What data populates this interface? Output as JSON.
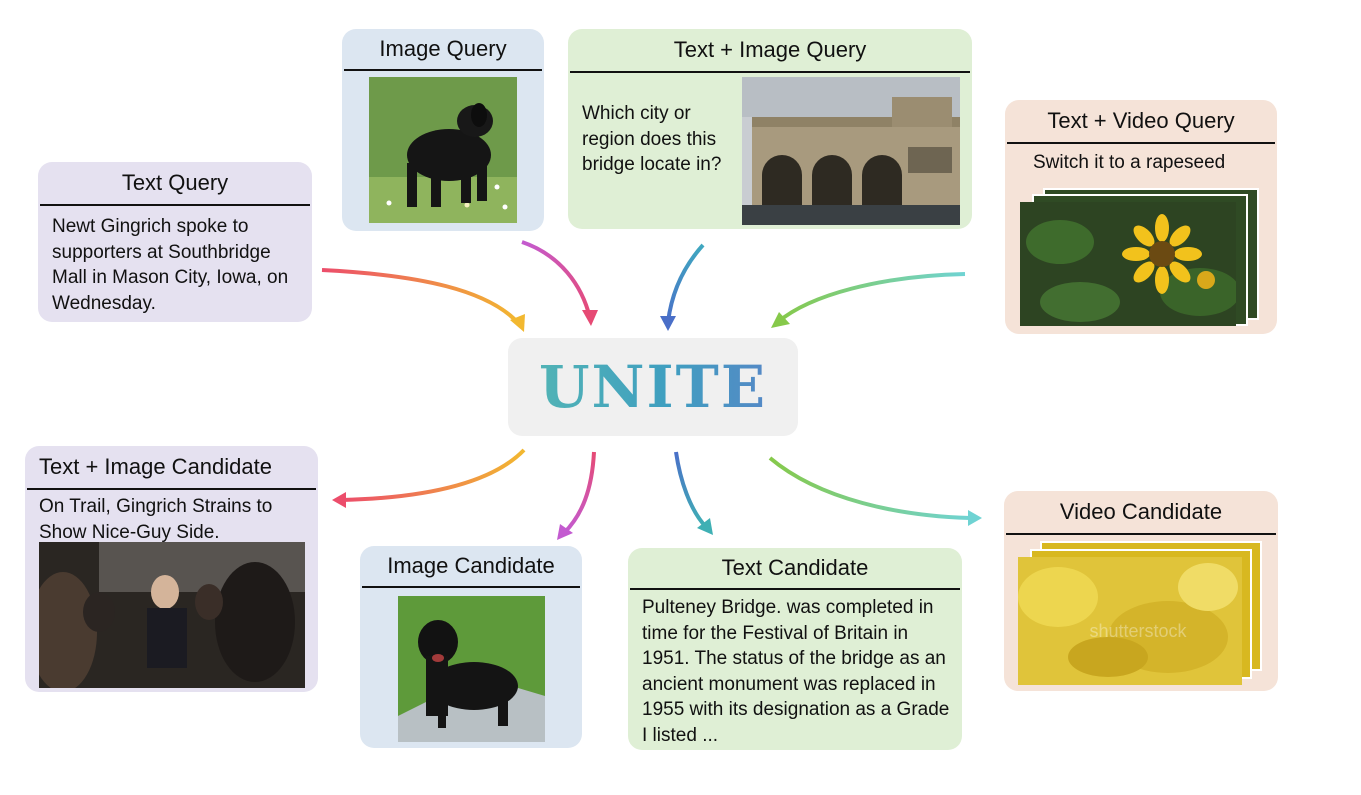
{
  "center": {
    "title": "UNITE"
  },
  "queries": {
    "text": {
      "title": "Text Query",
      "body": "Newt Gingrich spoke to supporters at Southbridge Mall in Mason City, Iowa, on Wednesday."
    },
    "image": {
      "title": "Image Query"
    },
    "text_image": {
      "title": "Text + Image Query",
      "body": "Which city or region does this bridge locate in?"
    },
    "text_video": {
      "title": "Text + Video Query",
      "body": "Switch it to a rapeseed"
    }
  },
  "candidates": {
    "text_image": {
      "title": "Text + Image Candidate",
      "body": "On Trail, Gingrich Strains to Show Nice-Guy Side."
    },
    "image": {
      "title": "Image Candidate"
    },
    "text": {
      "title": "Text Candidate",
      "body": "Pulteney Bridge. was completed in time for the Festival of Britain in 1951. The status of the bridge as an ancient monument was replaced in 1955 with its designation as a Grade I listed ..."
    },
    "video": {
      "title": "Video Candidate",
      "watermark": "shutterstock"
    }
  },
  "colors": {
    "purple_card": "#e5e1f0",
    "blue_card": "#dce6f1",
    "green_card": "#dfefd5",
    "peach_card": "#f5e3d8",
    "arrow_text": "#f0a23a",
    "arrow_image": "#d5459a",
    "arrow_text_image": "#4f7fc4",
    "arrow_video": "#74c6c9"
  }
}
